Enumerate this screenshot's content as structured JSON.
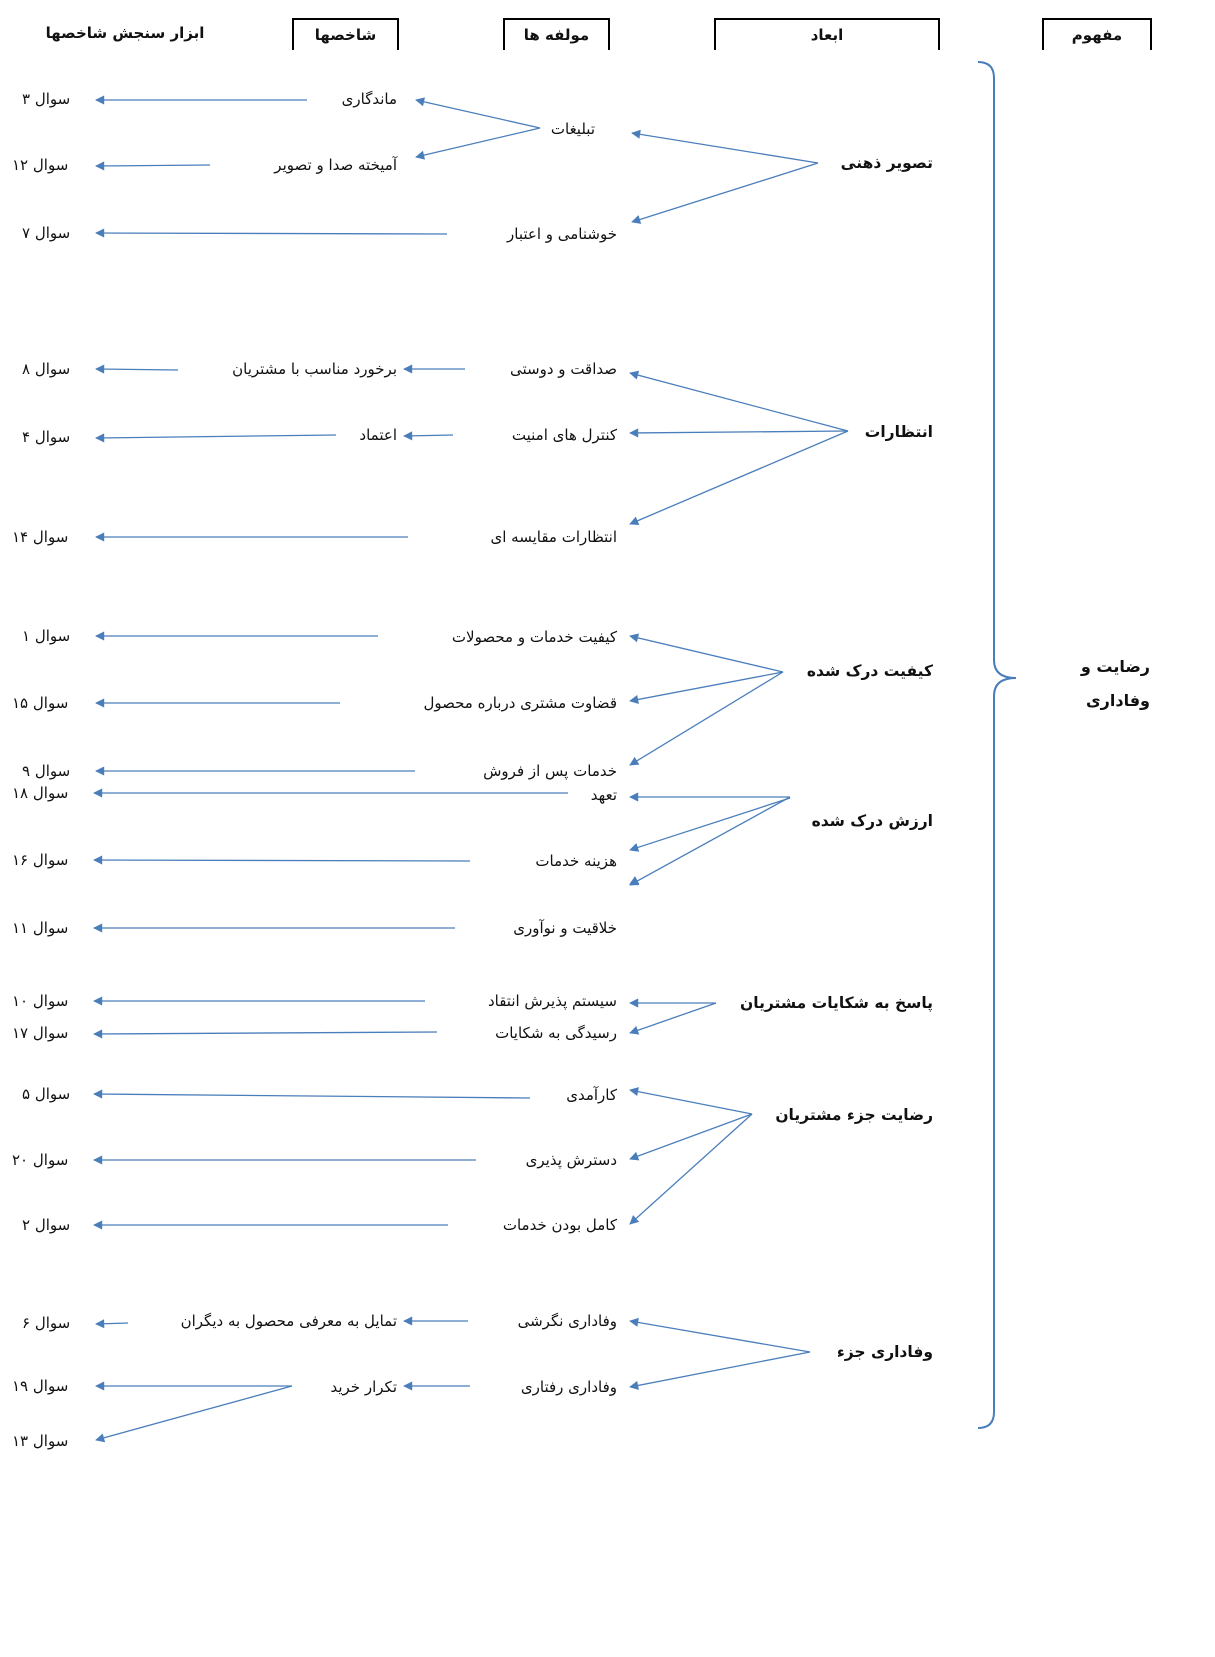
{
  "headers": {
    "concept": "مفهوم",
    "dimensions": "ابعاد",
    "components": "مولفه ها",
    "indicators": "شاخصها",
    "instrument": "ابزار سنجش شاخصها"
  },
  "concept": {
    "label": "رضایت و وفاداری"
  },
  "dimensions": {
    "image": "تصویر ذهنی",
    "expectations": "انتظارات",
    "quality": "کیفیت درک شده",
    "value": "ارزش درک شده",
    "complaints": "پاسخ به شکایات مشتریان",
    "satisfaction": "رضایت جزء مشتریان",
    "loyalty": "وفاداری جزء"
  },
  "components": {
    "ads": "تبلیغات",
    "reputation": "خوشنامی و اعتبار",
    "honesty": "صداقت و دوستی",
    "security": "کنترل های امنیت",
    "comparative": "انتظارات مقایسه ای",
    "service_quality": "کیفیت خدمات و محصولات",
    "judgment": "قضاوت مشتری درباره محصول",
    "after_sales": "خدمات پس از فروش",
    "commitment": "تعهد",
    "cost": "هزینه خدمات",
    "creativity": "خلاقیت و نوآوری",
    "criticism": "سیستم پذیرش انتقاد",
    "handling": "رسیدگی به شکایات",
    "efficiency": "کارآمدی",
    "accessibility": "دسترش پذیری",
    "completeness": "کامل بودن خدمات",
    "attitudinal": "وفاداری نگرشی",
    "behavioral": "وفاداری رفتاری"
  },
  "indicators": {
    "retention": "ماندگاری",
    "audio_visual": "آمیخته صدا و تصویر",
    "treatment": "برخورد مناسب با مشتریان",
    "trust": "اعتماد",
    "recommend": "تمایل به معرفی محصول به دیگران",
    "repurchase": "تکرار خرید"
  },
  "questions": {
    "q3": "سوال ۳",
    "q12": "سوال ۱۲",
    "q7": "سوال ۷",
    "q8": "سوال ۸",
    "q4": "سوال ۴",
    "q14": "سوال ۱۴",
    "q1": "سوال ۱",
    "q15": "سوال ۱۵",
    "q9": "سوال ۹",
    "q18": "سوال ۱۸",
    "q16": "سوال ۱۶",
    "q11": "سوال ۱۱",
    "q10": "سوال ۱۰",
    "q17": "سوال ۱۷",
    "q5": "سوال ۵",
    "q20": "سوال ۲۰",
    "q2": "سوال ۲",
    "q6": "سوال ۶",
    "q19": "سوال ۱۹",
    "q13": "سوال ۱۳"
  },
  "colors": {
    "arrow": "#4a7ebb",
    "bracket": "#4a7ebb"
  }
}
